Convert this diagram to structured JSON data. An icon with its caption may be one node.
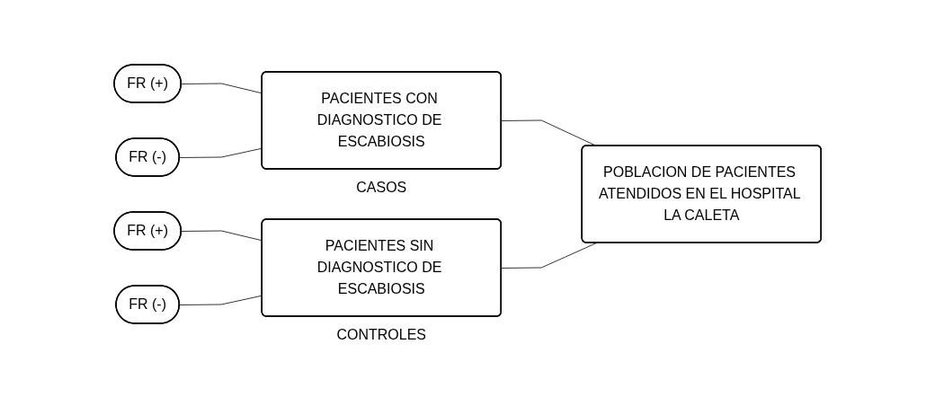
{
  "diagram": {
    "nodes": [
      {
        "text": [
          "FR (+)"
        ]
      },
      {
        "text": [
          "FR (-)"
        ]
      },
      {
        "text": [
          "PACIENTES CON DIAGNOSTICO DE ESCABIOSIS"
        ],
        "beside": [
          "CASOS"
        ]
      },
      {
        "text": [
          "POBLACION DE PACIENTES ATENDIDOS EN EL HOSPITAL LA CALETA"
        ]
      },
      {
        "text": [
          "FR (+)"
        ]
      },
      {
        "text": [
          "FR (-)"
        ]
      },
      {
        "text": [
          "PACIENTES SIN DIAGNOSTICO DE ESCABIOSIS"
        ],
        "beside": [
          "CONTROLES"
        ]
      }
    ],
    "edges": [
      {
        "from": 0,
        "to": 2,
        "arrow": "none"
      },
      {
        "from": 1,
        "to": 2,
        "arrow": "none"
      },
      {
        "from": 2,
        "to": 3,
        "arrow": "none"
      },
      {
        "from": 4,
        "to": 6,
        "arrow": "none"
      },
      {
        "from": 5,
        "to": 6,
        "arrow": "none"
      },
      {
        "from": 6,
        "to": 3,
        "arrow": "none"
      }
    ]
  }
}
